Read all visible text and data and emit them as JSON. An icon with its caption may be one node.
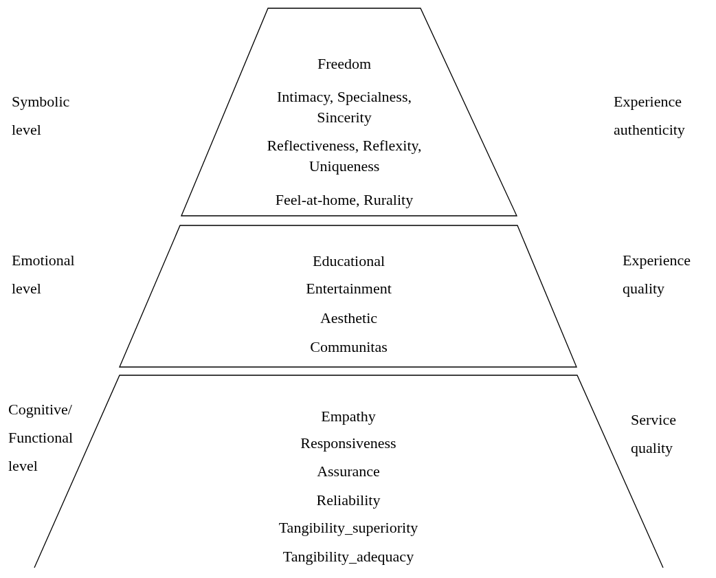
{
  "diagram": {
    "nodes": [
      {
        "text": [
          "Freedom",
          "Intimacy, Specialness, Sincerity",
          "Reflectiveness, Reflexity, Uniqueness",
          "Feel-at-home, Rurality"
        ]
      },
      {
        "text": [
          "Educational",
          "Entertainment",
          "Aesthetic",
          "Communitas"
        ]
      },
      {
        "text": [
          "Empathy",
          "Responsiveness",
          "Assurance",
          "Reliability",
          "Tangibility_superiority",
          "Tangibility_adequacy"
        ]
      }
    ],
    "labels": [
      "Symbolic level",
      "Experience authenticity",
      "Emotional level",
      "Experience quality",
      "Cognitive/ Functional level",
      "Service quality"
    ]
  }
}
